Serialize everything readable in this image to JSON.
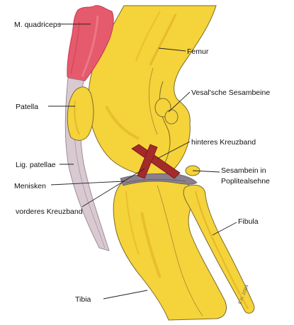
{
  "labels": {
    "m_quadriceps": "M. quadriceps",
    "femur": "Femur",
    "vesal_sesambeine": "Vesal'sche Sesambeine",
    "patella": "Patella",
    "hinteres_kreuzband": "hinteres Kreuzband",
    "lig_patellae": "Lig. patellae",
    "sesambein_popliteal_line1": "Sesambein in",
    "sesambein_popliteal_line2": "Popliteal­sehne",
    "menisken": "Menisken",
    "vorderes_kreuzband": "vorderes Kreuzband",
    "fibula": "Fibula",
    "tibia": "Tibia"
  },
  "signature_text": "E.H. 2004",
  "colors": {
    "background": "#ffffff",
    "bone": "#f5d33a",
    "bone_shadow": "#d9a61c",
    "bone_outline": "#7a6a2e",
    "muscle": "#e55a6c",
    "muscle_dark": "#c43a50",
    "ligament": "#d9c9d1",
    "cruciate_ligament": "#a52a2a",
    "meniscus": "#8a7f8c",
    "text": "#111111"
  }
}
